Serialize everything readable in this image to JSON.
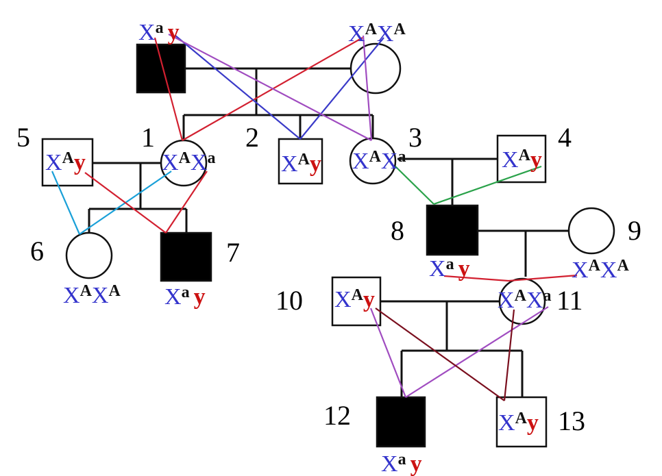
{
  "colors": {
    "x_chromosome": "#3333cc",
    "y_chromosome": "#cc1111",
    "trace_red": "#d22030",
    "trace_blue": "#3a3ac8",
    "trace_purple": "#a04cc0",
    "trace_green": "#2aa24a",
    "trace_cyan": "#1aa0d8",
    "trace_darkred": "#7a0f1e",
    "line": "#111111",
    "affected_fill": "#000000"
  },
  "individuals": [
    {
      "id": "I-1",
      "label": "",
      "sex": "male",
      "affected": true,
      "genotype": {
        "x": "X",
        "xs": "a",
        "y": "y"
      }
    },
    {
      "id": "I-2",
      "label": "",
      "sex": "female",
      "affected": false,
      "genotype": {
        "x": "X",
        "xs": "A",
        "x2": "X",
        "x2s": "A"
      }
    },
    {
      "id": "1",
      "label": "1",
      "sex": "female",
      "affected": false,
      "genotype": {
        "x": "X",
        "xs": "A",
        "x2": "X",
        "x2s": "a"
      }
    },
    {
      "id": "2",
      "label": "2",
      "sex": "male",
      "affected": false,
      "genotype": {
        "x": "X",
        "xs": "A",
        "y": "y"
      }
    },
    {
      "id": "3",
      "label": "3",
      "sex": "female",
      "affected": false,
      "genotype": {
        "x": "X",
        "xs": "A",
        "x2": "X",
        "x2s": "a"
      }
    },
    {
      "id": "4",
      "label": "4",
      "sex": "male",
      "affected": false,
      "genotype": {
        "x": "X",
        "xs": "A",
        "y": "y"
      }
    },
    {
      "id": "5",
      "label": "5",
      "sex": "male",
      "affected": false,
      "genotype": {
        "x": "X",
        "xs": "A",
        "y": "y"
      }
    },
    {
      "id": "6",
      "label": "6",
      "sex": "female",
      "affected": false,
      "genotype": {
        "x": "X",
        "xs": "A",
        "x2": "X",
        "x2s": "A"
      }
    },
    {
      "id": "7",
      "label": "7",
      "sex": "male",
      "affected": true,
      "genotype": {
        "x": "X",
        "xs": "a",
        "y": "y"
      }
    },
    {
      "id": "8",
      "label": "8",
      "sex": "male",
      "affected": true,
      "genotype": {
        "x": "X",
        "xs": "a",
        "y": "y"
      }
    },
    {
      "id": "9",
      "label": "9",
      "sex": "female",
      "affected": false,
      "genotype": {
        "x": "X",
        "xs": "A",
        "x2": "X",
        "x2s": "A"
      }
    },
    {
      "id": "10",
      "label": "10",
      "sex": "male",
      "affected": false,
      "genotype": {
        "x": "X",
        "xs": "A",
        "y": "y"
      }
    },
    {
      "id": "11",
      "label": "11",
      "sex": "female",
      "affected": false,
      "genotype": {
        "x": "X",
        "xs": "A",
        "x2": "X",
        "x2s": "a"
      }
    },
    {
      "id": "12",
      "label": "12",
      "sex": "male",
      "affected": true,
      "genotype": {
        "x": "X",
        "xs": "a",
        "y": "y"
      }
    },
    {
      "id": "13",
      "label": "13",
      "sex": "male",
      "affected": false,
      "genotype": {
        "x": "X",
        "xs": "A",
        "y": "y"
      }
    }
  ]
}
